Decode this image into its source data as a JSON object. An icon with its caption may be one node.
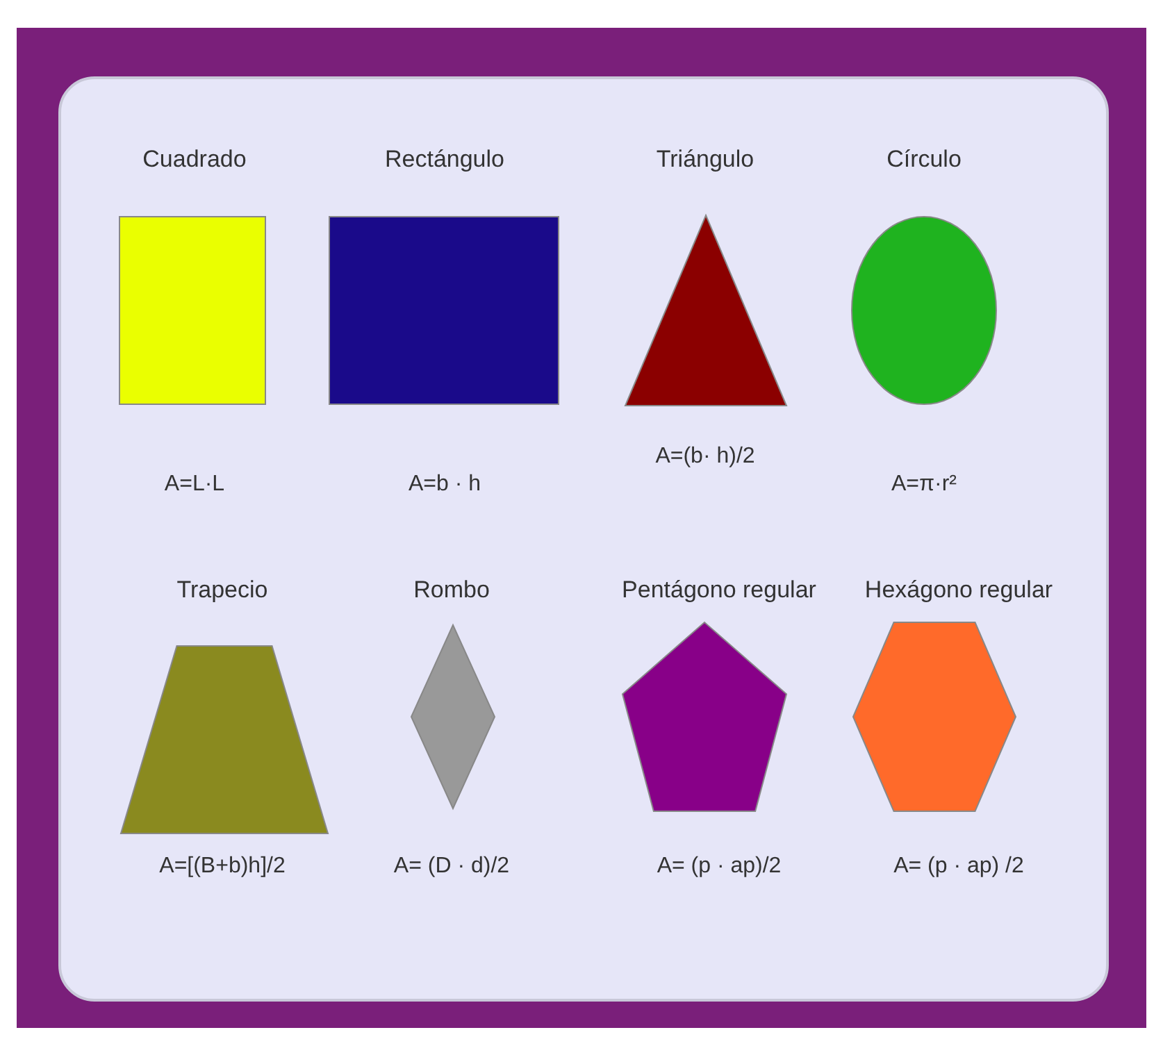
{
  "diagram": {
    "nodes": [
      {
        "text": [
          "Cuadrado"
        ],
        "beside": [
          "A=L·L"
        ]
      },
      {
        "text": [
          "Rectángulo"
        ],
        "beside": [
          "A=b · h"
        ]
      },
      {
        "text": [
          "Triángulo"
        ],
        "beside": [
          "A=(b· h)/2"
        ]
      },
      {
        "text": [
          "Círculo"
        ],
        "beside": [
          "A=π·r²"
        ]
      },
      {
        "text": [
          "Trapecio"
        ],
        "beside": [
          "A=[(B+b)h]/2"
        ]
      },
      {
        "text": [
          "Rombo"
        ],
        "beside": [
          "A= (D · d)/2"
        ]
      },
      {
        "text": [
          "Pentágono regular"
        ],
        "beside": [
          "A= (p · ap)/2"
        ]
      },
      {
        "text": [
          "Hexágono regular"
        ],
        "beside": [
          "A= (p · ap) /2"
        ]
      }
    ]
  }
}
